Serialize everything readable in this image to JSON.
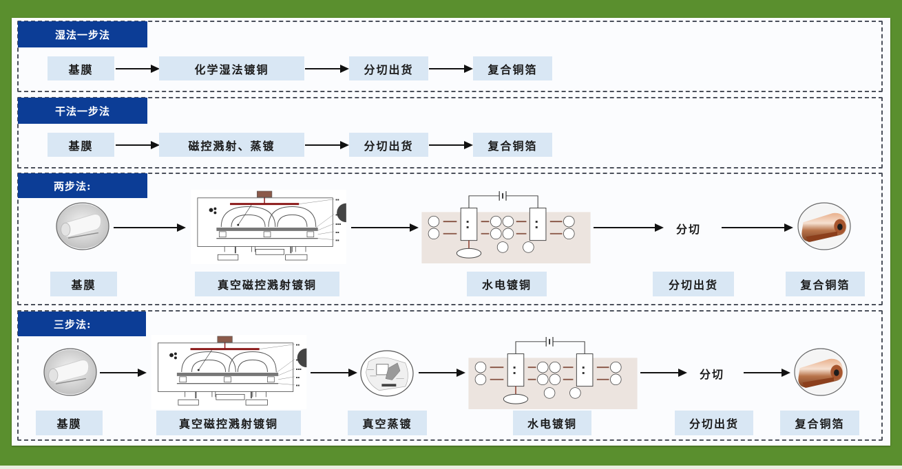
{
  "sections": [
    {
      "title": "湿法一步法",
      "steps": [
        "基膜",
        "化学湿法镀铜",
        "分切出货",
        "复合铜箔"
      ]
    },
    {
      "title": "干法一步法",
      "steps": [
        "基膜",
        "磁控溅射、蒸镀",
        "分切出货",
        "复合铜箔"
      ]
    },
    {
      "title": "两步法:",
      "steps": [
        "基膜",
        "真空磁控溅射镀铜",
        "水电镀铜",
        "分切出货",
        "复合铜箔"
      ],
      "inline_label": "分切"
    },
    {
      "title": "三步法:",
      "steps": [
        "基膜",
        "真空磁控溅射镀铜",
        "真空蒸镀",
        "水电镀铜",
        "分切出货",
        "复合铜箔"
      ],
      "inline_label": "分切"
    }
  ],
  "icons": {
    "base_film": "film-roll-icon",
    "sputtering": "magnetron-sputtering-diagram",
    "evaporation": "vacuum-evaporation-diagram",
    "electroplating": "electroplating-diagram",
    "copper_foil": "copper-foil-roll-icon"
  },
  "colors": {
    "frame_green": "#5a8f2e",
    "title_blue": "#0c3d96",
    "box_blue": "#d9e7f4",
    "copper": "#b8734a"
  }
}
